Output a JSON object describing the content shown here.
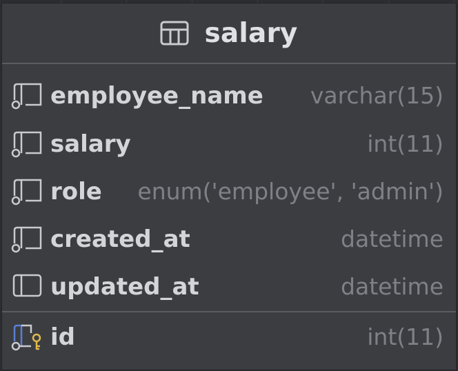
{
  "table": {
    "name": "salary",
    "icon": "table-grid-icon"
  },
  "columns": [
    {
      "name": "employee_name",
      "type": "varchar(15)",
      "icon": "column-nullable-icon"
    },
    {
      "name": "salary",
      "type": "int(11)",
      "icon": "column-nullable-icon"
    },
    {
      "name": "role",
      "type": "enum('employee', 'admin')",
      "icon": "column-nullable-icon"
    },
    {
      "name": "created_at",
      "type": "datetime",
      "icon": "column-nullable-icon"
    },
    {
      "name": "updated_at",
      "type": "datetime",
      "icon": "column-icon"
    }
  ],
  "keys": [
    {
      "name": "id",
      "type": "int(11)",
      "icon": "primary-key-column-icon"
    }
  ],
  "colors": {
    "card_background": "#3c3d40",
    "title_text": "#dfe1e5",
    "type_text": "#7e8187",
    "key_accent": "#e0b84e",
    "pk_column_accent": "#5a7fd6"
  }
}
